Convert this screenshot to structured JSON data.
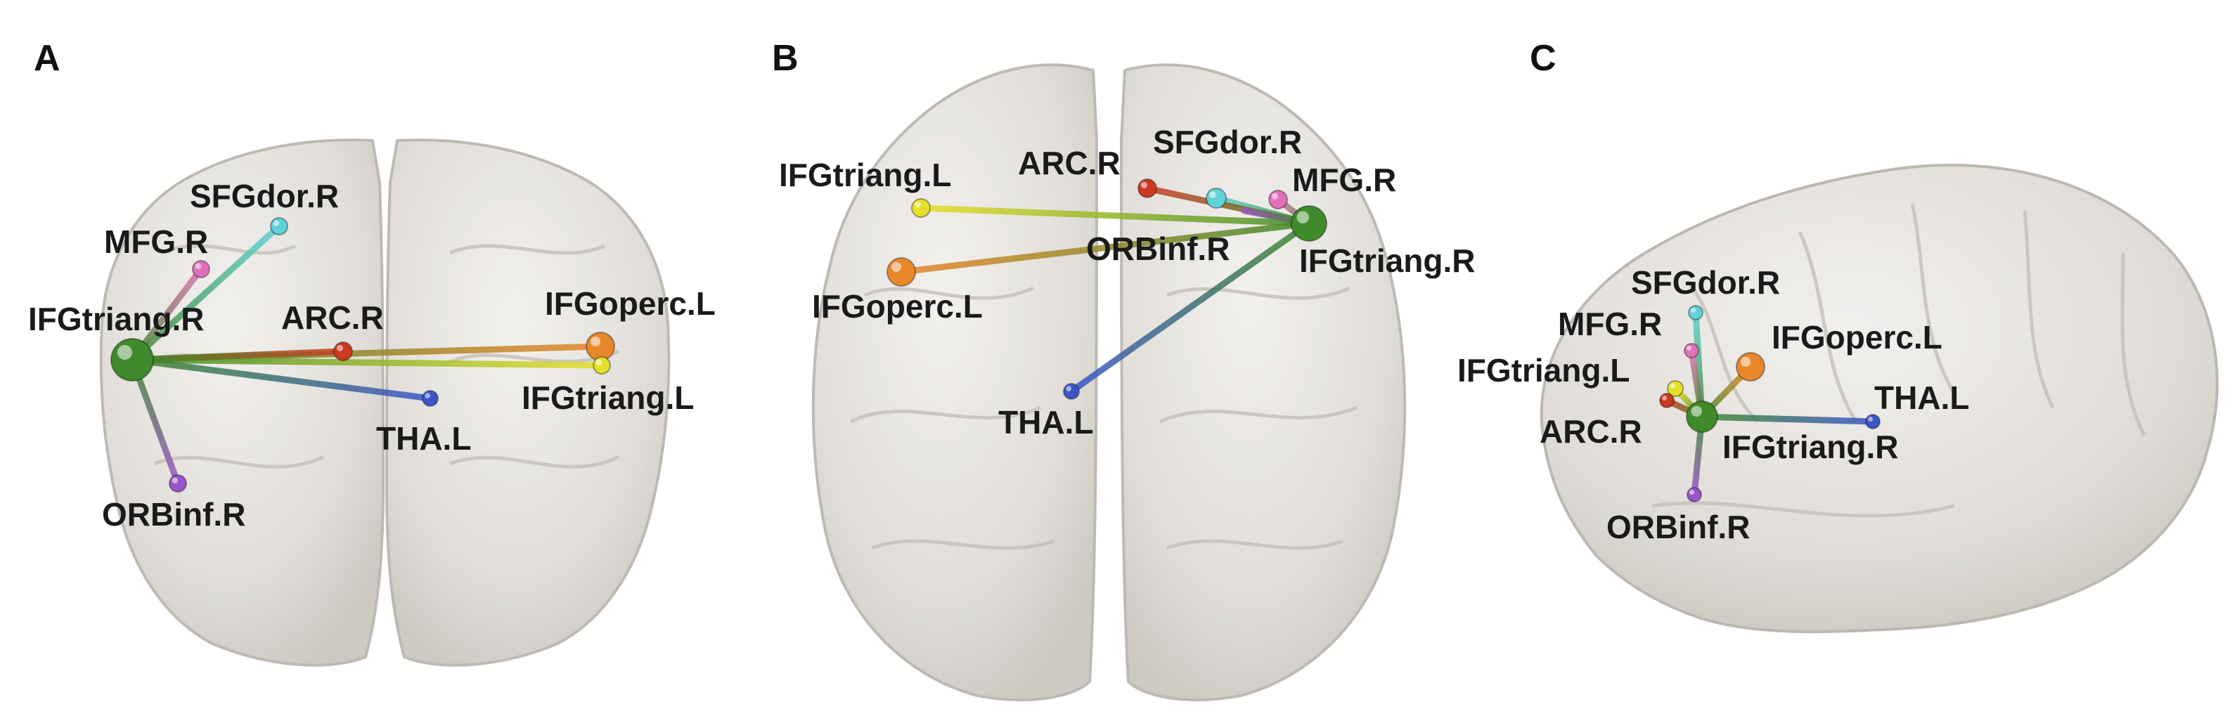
{
  "colors": {
    "IFGtriang.R": "#3f8a2a",
    "IFGoperc.L": "#e8872a",
    "IFGtriang.L": "#e6e02a",
    "SFGdor.R": "#5fd3d8",
    "MFG.R": "#e070b8",
    "ARC.R": "#cc3a22",
    "THA.L": "#3b55c8",
    "ORBinf.R": "#9a55c8",
    "brain_fill": "#dedbd6",
    "brain_stroke": "#b9b4ad"
  },
  "panels": [
    {
      "id": "A",
      "letter": "A",
      "view": "coronal",
      "nodes": [
        {
          "name": "IFGtriang.R",
          "label": "IFGtriang.R"
        },
        {
          "name": "ARC.R",
          "label": "ARC.R"
        },
        {
          "name": "SFGdor.R",
          "label": "SFGdor.R"
        },
        {
          "name": "MFG.R",
          "label": "MFG.R"
        },
        {
          "name": "ORBinf.R",
          "label": "ORBinf.R"
        },
        {
          "name": "THA.L",
          "label": "THA.L"
        },
        {
          "name": "IFGoperc.L",
          "label": "IFGoperc.L"
        },
        {
          "name": "IFGtriang.L",
          "label": "IFGtriang.L"
        }
      ]
    },
    {
      "id": "B",
      "letter": "B",
      "view": "axial",
      "nodes": [
        {
          "name": "IFGtriang.L",
          "label": "IFGtriang.L"
        },
        {
          "name": "ARC.R",
          "label": "ARC.R"
        },
        {
          "name": "SFGdor.R",
          "label": "SFGdor.R"
        },
        {
          "name": "MFG.R",
          "label": "MFG.R"
        },
        {
          "name": "IFGtriang.R",
          "label": "IFGtriang.R"
        },
        {
          "name": "ORBinf.R",
          "label": "ORBinf.R"
        },
        {
          "name": "IFGoperc.L",
          "label": "IFGoperc.L"
        },
        {
          "name": "THA.L",
          "label": "THA.L"
        }
      ]
    },
    {
      "id": "C",
      "letter": "C",
      "view": "sagittal",
      "nodes": [
        {
          "name": "SFGdor.R",
          "label": "SFGdor.R"
        },
        {
          "name": "MFG.R",
          "label": "MFG.R"
        },
        {
          "name": "IFGoperc.L",
          "label": "IFGoperc.L"
        },
        {
          "name": "IFGtriang.L",
          "label": "IFGtriang.L"
        },
        {
          "name": "THA.L",
          "label": "THA.L"
        },
        {
          "name": "ARC.R",
          "label": "ARC.R"
        },
        {
          "name": "IFGtriang.R",
          "label": "IFGtriang.R"
        },
        {
          "name": "ORBinf.R",
          "label": "ORBinf.R"
        }
      ]
    }
  ],
  "edges_from": "IFGtriang.R",
  "edges_to": [
    "IFGoperc.L",
    "IFGtriang.L",
    "SFGdor.R",
    "MFG.R",
    "ARC.R",
    "THA.L",
    "ORBinf.R"
  ]
}
